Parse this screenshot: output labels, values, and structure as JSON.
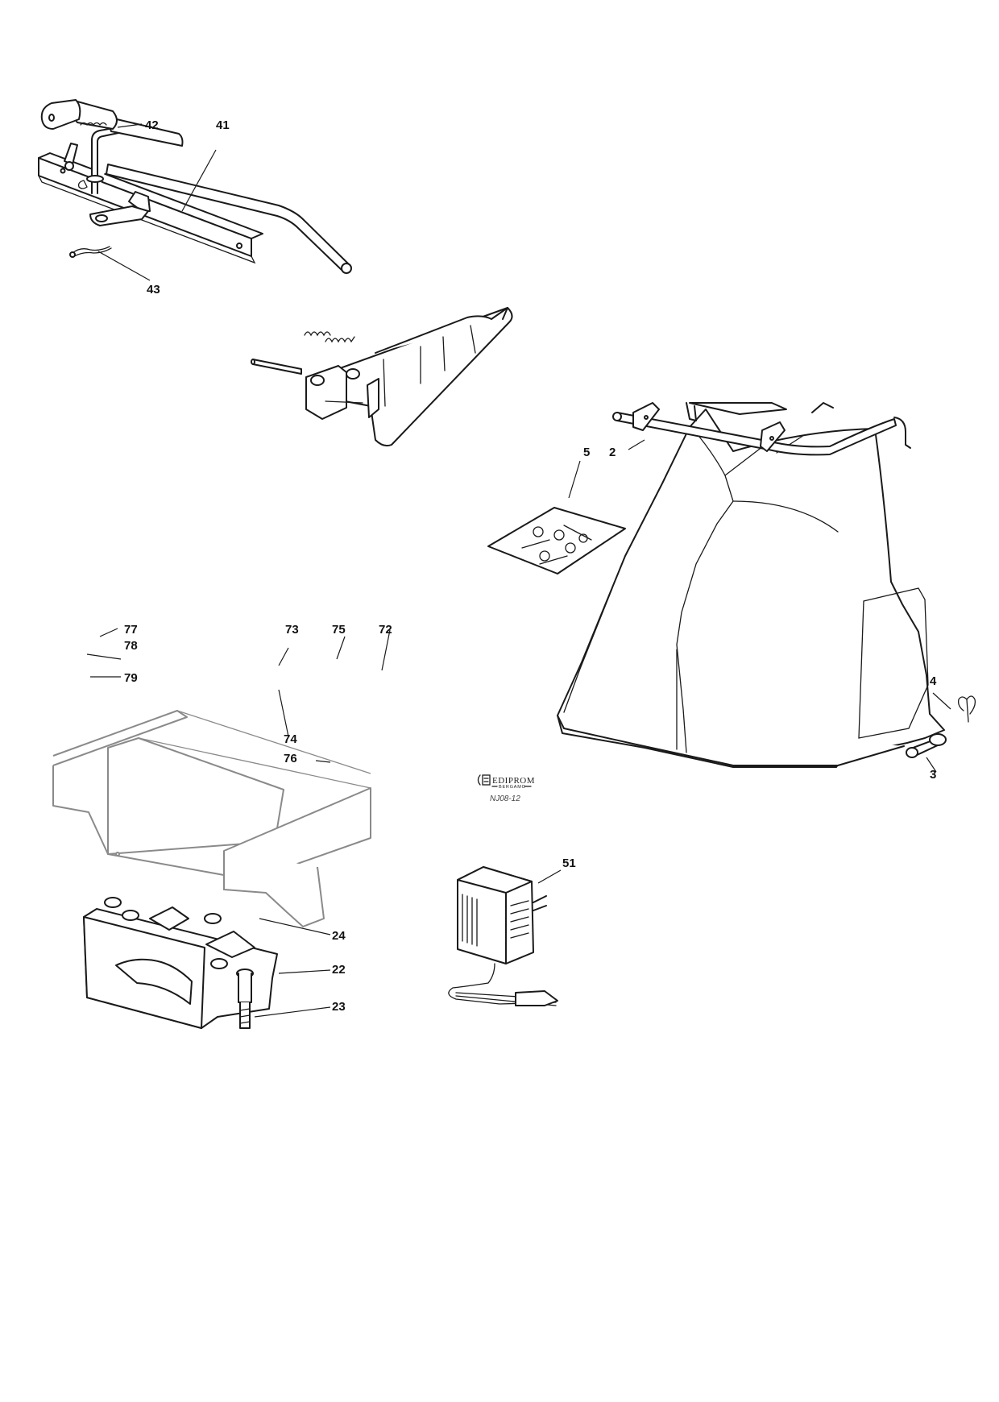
{
  "diagram": {
    "logo": {
      "brand": "EDIPROM",
      "city": "BERGAMO"
    },
    "drawing_code": "NJ08-12",
    "callouts": [
      "42",
      "41",
      "43",
      "5",
      "2",
      "77",
      "78",
      "79",
      "73",
      "75",
      "72",
      "74",
      "76",
      "4",
      "3",
      "51",
      "24",
      "22",
      "23"
    ]
  }
}
